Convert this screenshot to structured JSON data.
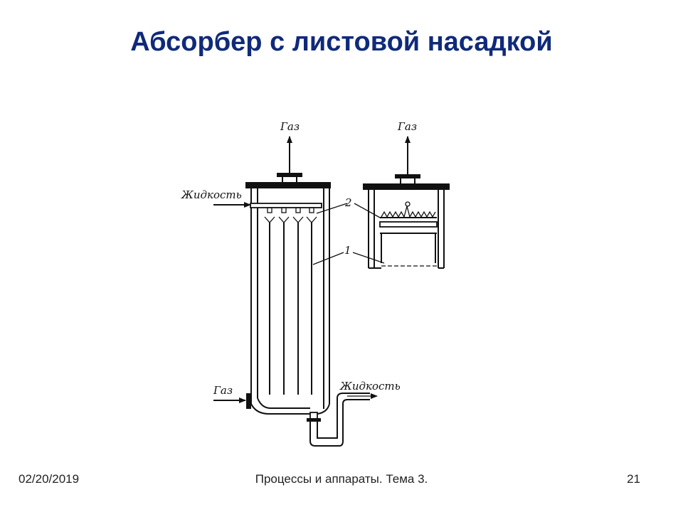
{
  "slide": {
    "title": "Абсорбер с листовой насадкой",
    "footer_date": "02/20/2019",
    "footer_center": "Процессы и аппараты. Тема 3.",
    "page_number": "21"
  },
  "diagram": {
    "labels": {
      "gas_out_main": "Газ",
      "gas_out_detail": "Газ",
      "liquid_in": "Жидкость",
      "gas_in": "Газ",
      "liquid_out": "Жидкость",
      "part_1": "1",
      "part_2": "2"
    },
    "colors": {
      "title": "#102a7a",
      "line": "#111111"
    }
  }
}
